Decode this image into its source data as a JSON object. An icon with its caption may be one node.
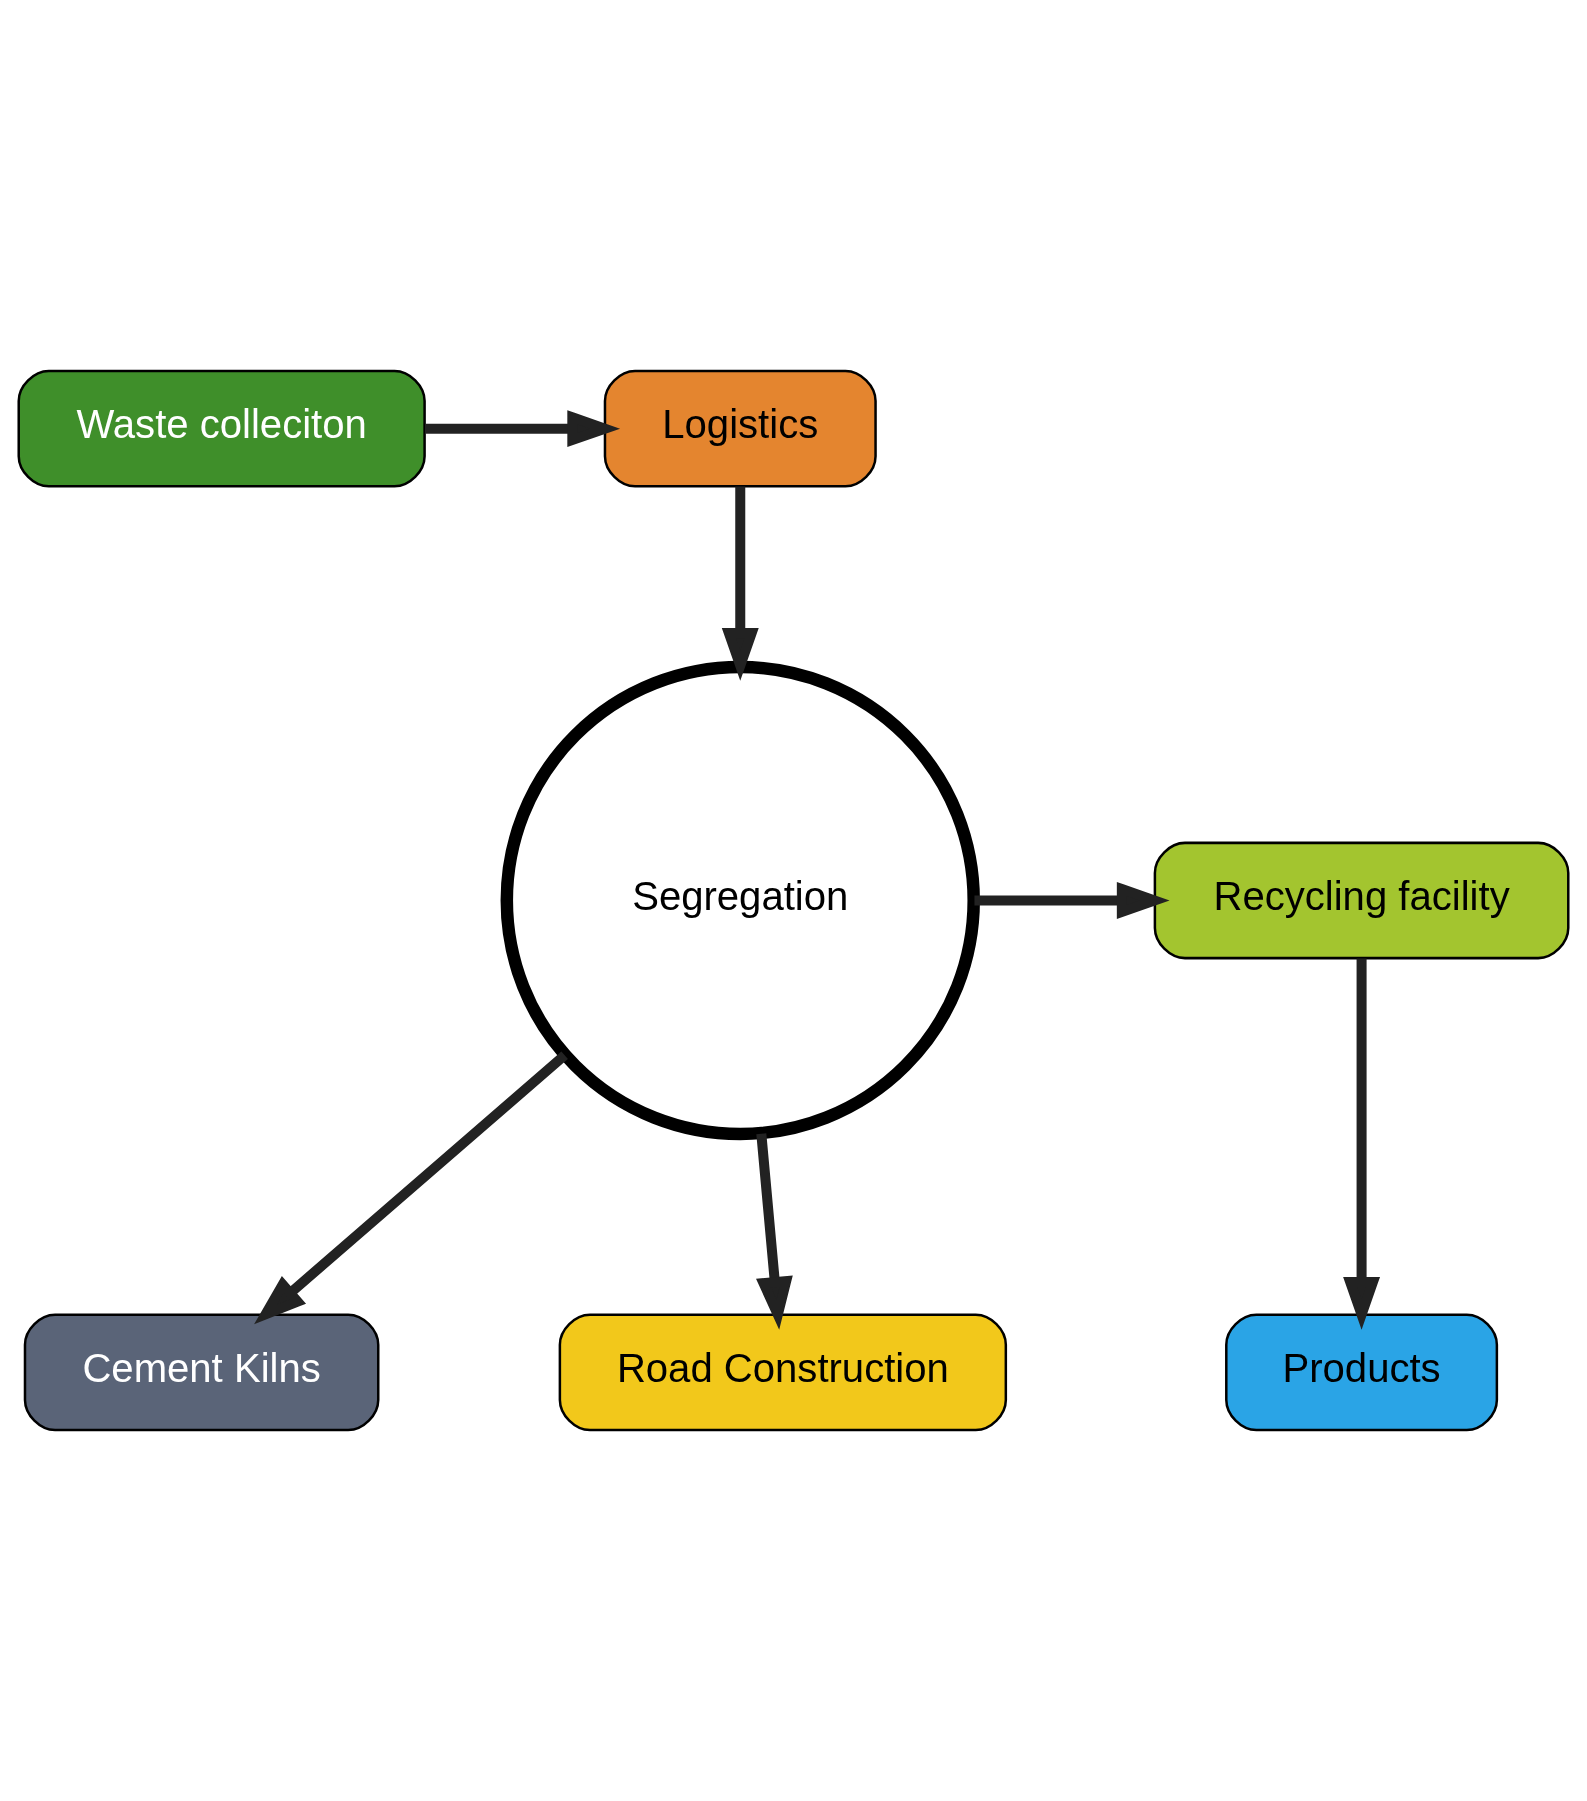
{
  "diagram": {
    "nodes": [
      {
        "text": [
          "Waste colleciton"
        ]
      },
      {
        "text": [
          "Logistics"
        ]
      },
      {
        "text": [
          "Segregation"
        ]
      },
      {
        "text": [
          "Recycling facility"
        ]
      },
      {
        "text": [
          "Products"
        ]
      },
      {
        "text": [
          "Cement Kilns"
        ]
      },
      {
        "text": [
          "Road Construction"
        ]
      }
    ],
    "edges": [
      {
        "from": 0,
        "to": 1,
        "arrow": "to"
      },
      {
        "from": 1,
        "to": 2,
        "arrow": "to"
      },
      {
        "from": 2,
        "to": 3,
        "arrow": "to"
      },
      {
        "from": 3,
        "to": 4,
        "arrow": "to"
      },
      {
        "from": 2,
        "to": 5,
        "arrow": "to"
      },
      {
        "from": 2,
        "to": 6,
        "arrow": "to"
      }
    ]
  }
}
